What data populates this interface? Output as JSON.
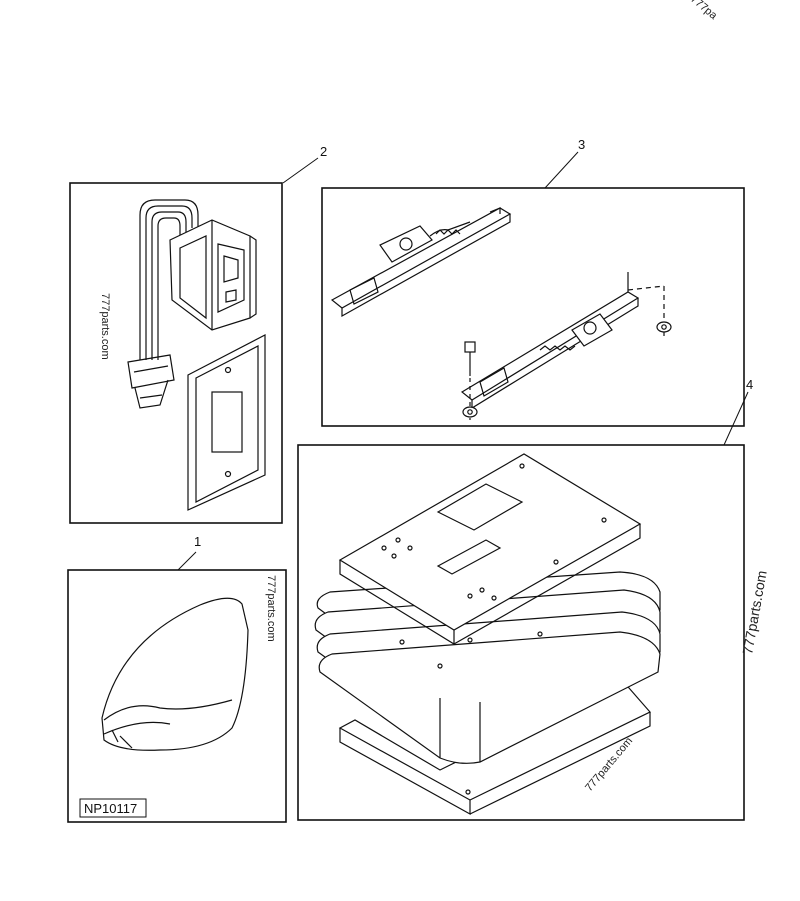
{
  "figure_code": "NP10117",
  "watermark": "777parts.com",
  "corner_watermark": "777pa",
  "callouts": [
    {
      "id": "1",
      "label": "1"
    },
    {
      "id": "2",
      "label": "2"
    },
    {
      "id": "3",
      "label": "3"
    },
    {
      "id": "4",
      "label": "4"
    }
  ]
}
